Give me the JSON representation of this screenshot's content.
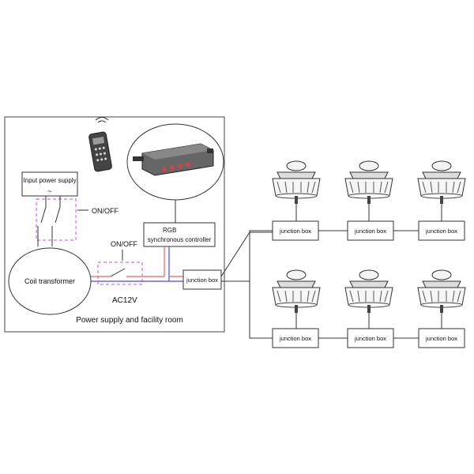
{
  "room": {
    "caption": "Power supply and facility room"
  },
  "input_supply": {
    "label": "Input power supply",
    "symbol": "~"
  },
  "switches": {
    "main_label": "ON/OFF",
    "secondary_label": "ON/OFF"
  },
  "transformer": {
    "label": "Coil transformer",
    "voltage": "AC12V"
  },
  "controller": {
    "line1": "RGB",
    "line2": "synchronous controller"
  },
  "junction_label": "junction box",
  "colors": {
    "ink": "#111111",
    "dashed_switch": "#d04ad8",
    "wire_red": "#e06666",
    "wire_blue": "#4a4ad8"
  }
}
